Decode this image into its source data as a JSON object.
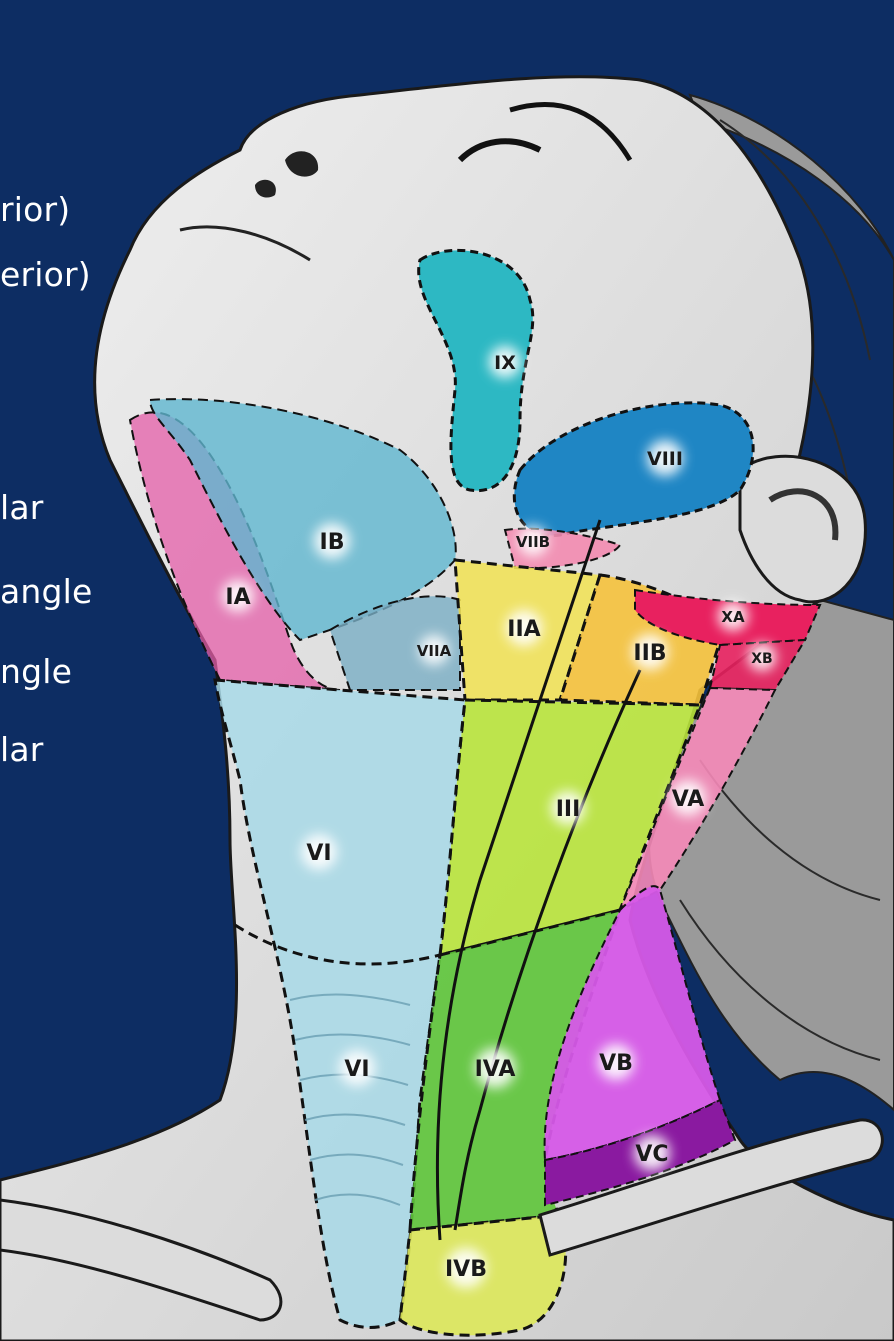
{
  "side_text": [
    "rior)",
    "erior)",
    "lar",
    "angle",
    "ngle",
    "lar"
  ],
  "region_labels": {
    "IX": "IX",
    "VIII": "VIII",
    "VIIB": "VIIB",
    "IB": "IB",
    "IA": "IA",
    "VIIA": "VIIA",
    "IIA": "IIA",
    "IIB": "IIB",
    "XA": "XA",
    "XB": "XB",
    "III": "III",
    "VA": "VA",
    "VI_upper": "VI",
    "VI_lower": "VI",
    "IVA": "IVA",
    "VB": "VB",
    "VC": "VC",
    "IVB": "IVB"
  },
  "colors": {
    "background": "#0d2d63",
    "skin": "#e3e3e3",
    "hair": "#8e8e8e",
    "IX": "#2db8c3",
    "VIII": "#1f86c4",
    "VIIB": "#f38bb0",
    "IA": "#e45ea8",
    "IB": "#5fb7cf",
    "VIIA": "#79aec4",
    "IIA": "#f1e25a",
    "IIB": "#f5c23c",
    "XA": "#e8215f",
    "XB": "#e8215f",
    "III": "#b9e43c",
    "VA": "#f58ab8",
    "VI": "#a8d9e8",
    "IVA": "#5ec53a",
    "VB": "#d65ae8",
    "VC": "#8a1aa0",
    "IVB": "#dde85a"
  }
}
